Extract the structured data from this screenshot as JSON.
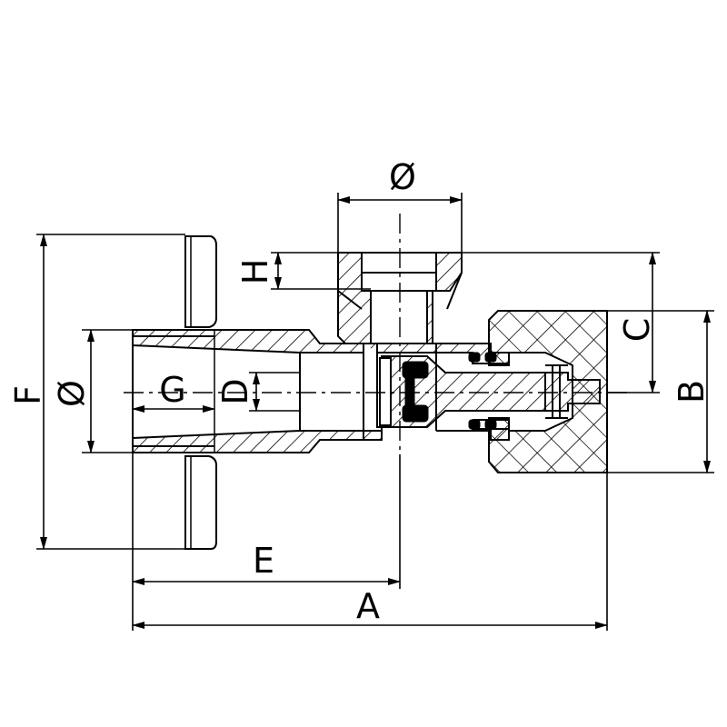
{
  "labels": {
    "dia_top": "Ø",
    "dia_left": "Ø",
    "F": "F",
    "G": "G",
    "D": "D",
    "H": "H",
    "C": "C",
    "B": "B",
    "E": "E",
    "A": "A"
  },
  "colors": {
    "line": "#000000",
    "background": "#ffffff"
  }
}
